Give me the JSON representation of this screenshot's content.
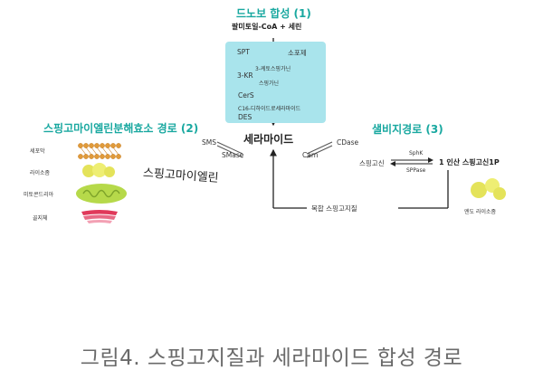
{
  "title": "드노보 합성 (1)",
  "substrate": "팔미토일-CoA + 세린",
  "denovo": {
    "spt": "SPT",
    "inhibitor": "소포제",
    "ketosphinganine": "3-케토스핑가닌",
    "kr": "3-KR",
    "sphinganine": "스핑가닌",
    "cers": "CerS",
    "dihydro": "C16-디하이드로세라마이드",
    "des": "DES"
  },
  "center": "세라마이드",
  "sm_path": {
    "title": "스핑고마이엘린분해효소 경로 (2)",
    "sms": "SMS",
    "smase": "SMase",
    "items": [
      "세포막",
      "라이소좀",
      "미토콘드리아",
      "골지체"
    ]
  },
  "salvage": {
    "title": "샐비지경로 (3)",
    "cdase": "CDase",
    "carn": "Carn",
    "sphingosine": "스핑고신",
    "sphk": "SphK",
    "spase": "SPPase",
    "s1p": "1 인산 스핑고신1P",
    "endo": "엔도 라이소좀"
  },
  "complex": "복합 스핑고지질",
  "handwriting": "스핑고마이엘린",
  "caption": "그림4. 스핑고지질과 세라마이드 합성 경로",
  "colors": {
    "teal": "#19a8a0",
    "box": "#a9e4ec",
    "yellow": "#e4e35a",
    "green": "#b6d94a",
    "red": "#e0395a",
    "orange": "#d58a2c"
  }
}
